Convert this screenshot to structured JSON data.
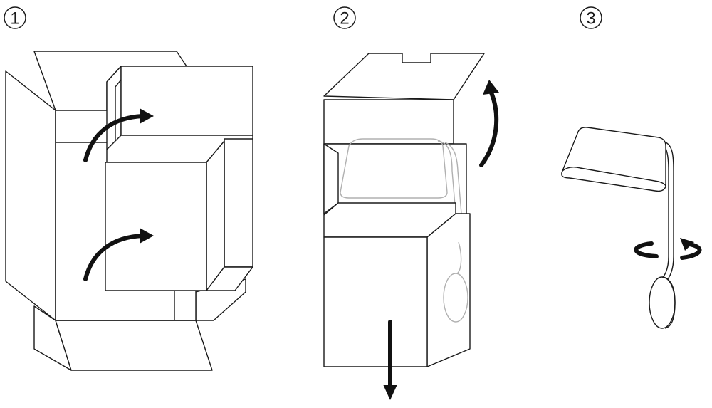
{
  "steps": [
    {
      "number": "1",
      "description_icon": "open-outer-box"
    },
    {
      "number": "2",
      "description_icon": "remove-lamp-from-box"
    },
    {
      "number": "3",
      "description_icon": "rotate-lamp-head"
    }
  ],
  "colors": {
    "line": "#1a1a1a",
    "background": "#ffffff",
    "faint": "#b0b0b0"
  }
}
